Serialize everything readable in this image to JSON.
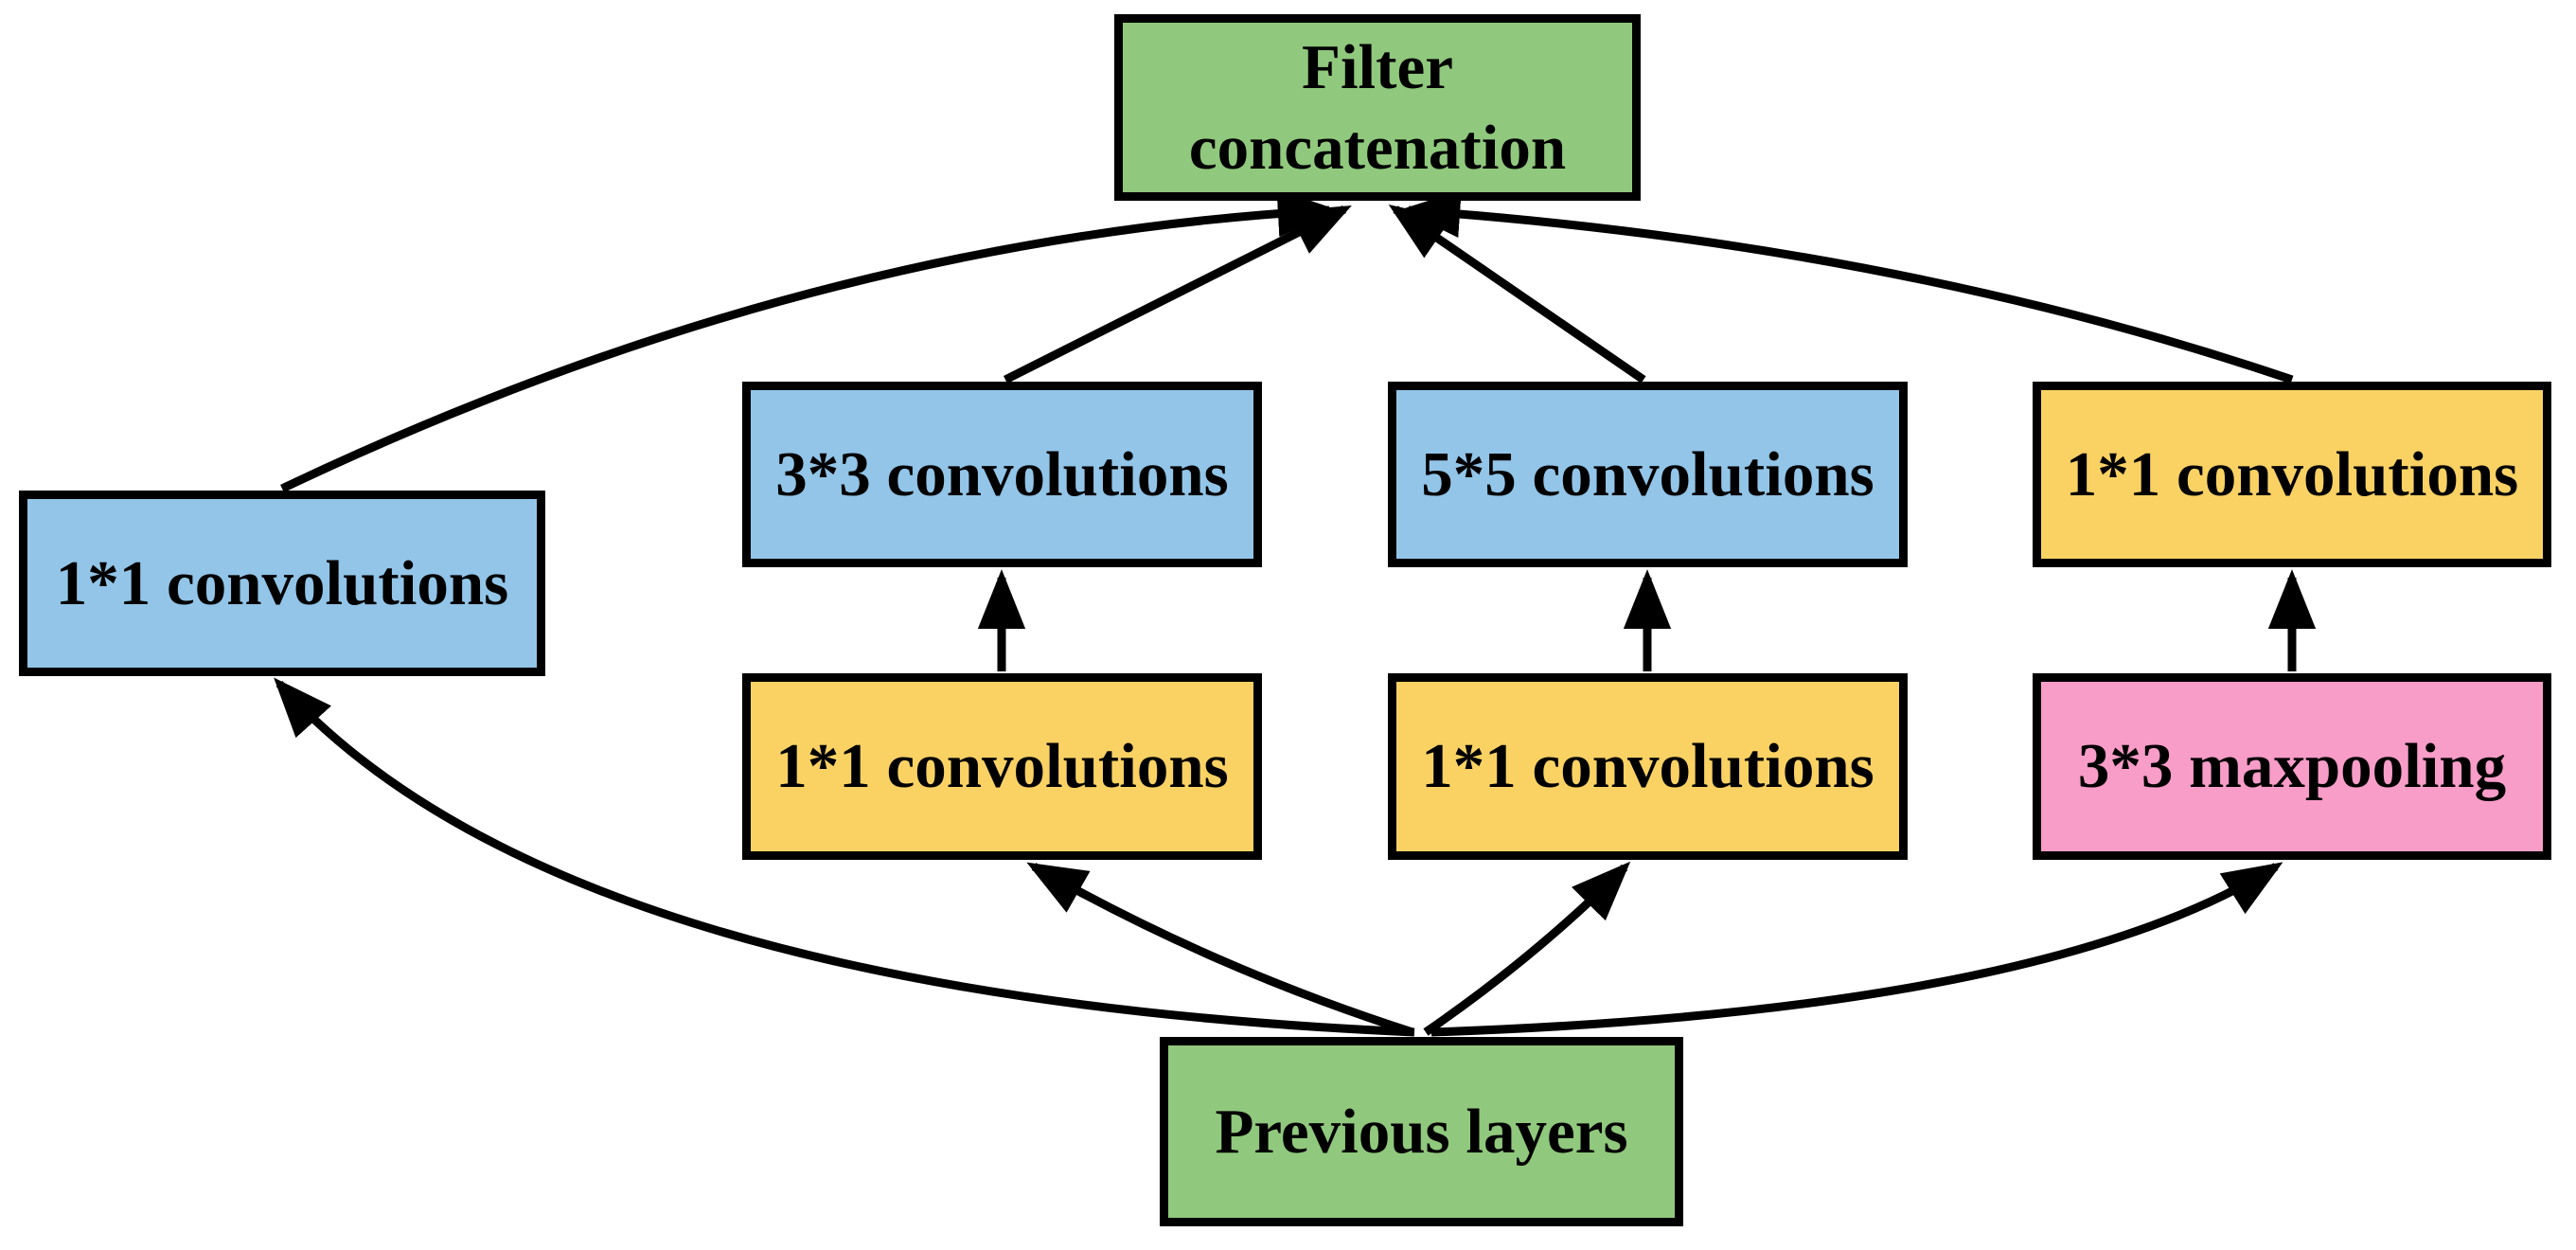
{
  "diagram": {
    "type": "architecture-flow-diagram",
    "nodes": [
      {
        "id": "filter-concatenation",
        "label": "Filter\nconcatenation",
        "fill": "#90C87D"
      },
      {
        "id": "conv3x3",
        "label": "3*3 convolutions",
        "fill": "#92C5E8"
      },
      {
        "id": "conv5x5",
        "label": "5*5 convolutions",
        "fill": "#92C5E8"
      },
      {
        "id": "conv1x1-right",
        "label": "1*1 convolutions",
        "fill": "#FAD264"
      },
      {
        "id": "conv1x1-left",
        "label": "1*1 convolutions",
        "fill": "#92C5E8"
      },
      {
        "id": "conv1x1-mid-left",
        "label": "1*1 convolutions",
        "fill": "#FAD264"
      },
      {
        "id": "conv1x1-mid-right",
        "label": "1*1 convolutions",
        "fill": "#FAD264"
      },
      {
        "id": "maxpool3x3",
        "label": "3*3 maxpooling",
        "fill": "#F89CC8"
      },
      {
        "id": "previous-layers",
        "label": "Previous layers",
        "fill": "#90C87D"
      }
    ],
    "edges": [
      {
        "from": "previous-layers",
        "to": "conv1x1-left"
      },
      {
        "from": "previous-layers",
        "to": "conv1x1-mid-left"
      },
      {
        "from": "previous-layers",
        "to": "conv1x1-mid-right"
      },
      {
        "from": "previous-layers",
        "to": "maxpool3x3"
      },
      {
        "from": "conv1x1-mid-left",
        "to": "conv3x3"
      },
      {
        "from": "conv1x1-mid-right",
        "to": "conv5x5"
      },
      {
        "from": "maxpool3x3",
        "to": "conv1x1-right"
      },
      {
        "from": "conv1x1-left",
        "to": "filter-concatenation"
      },
      {
        "from": "conv3x3",
        "to": "filter-concatenation"
      },
      {
        "from": "conv5x5",
        "to": "filter-concatenation"
      },
      {
        "from": "conv1x1-right",
        "to": "filter-concatenation"
      }
    ],
    "colors": {
      "outline": "#000000",
      "arrow": "#000000",
      "background": "#FFFFFF",
      "green": "#90C87D",
      "blue": "#92C5E8",
      "yellow": "#FAD264",
      "pink": "#F89CC8"
    }
  }
}
